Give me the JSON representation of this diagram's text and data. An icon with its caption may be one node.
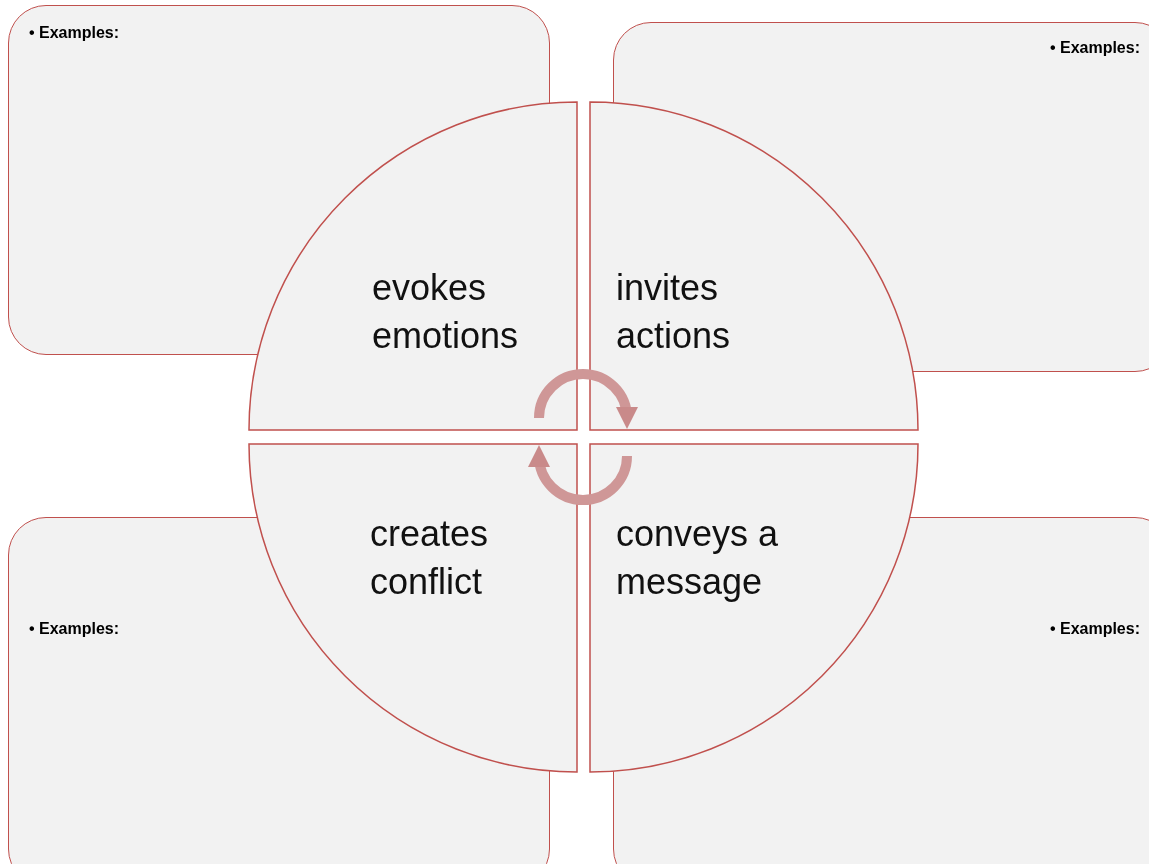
{
  "diagram": {
    "nodes": [
      {
        "text": [
          "• Examples:"
        ]
      },
      {
        "text": [
          "• Examples:"
        ]
      },
      {
        "text": [
          "• Examples:"
        ]
      },
      {
        "text": [
          "• Examples:"
        ]
      },
      {
        "text": [
          "evokes emotions"
        ]
      },
      {
        "text": [
          "invites actions"
        ]
      },
      {
        "text": [
          "creates conflict"
        ]
      },
      {
        "text": [
          "conveys a message"
        ]
      }
    ],
    "edges": [
      {
        "from": 4,
        "to": 5,
        "arrow": "to"
      },
      {
        "from": 7,
        "to": 6,
        "arrow": "to"
      }
    ]
  }
}
